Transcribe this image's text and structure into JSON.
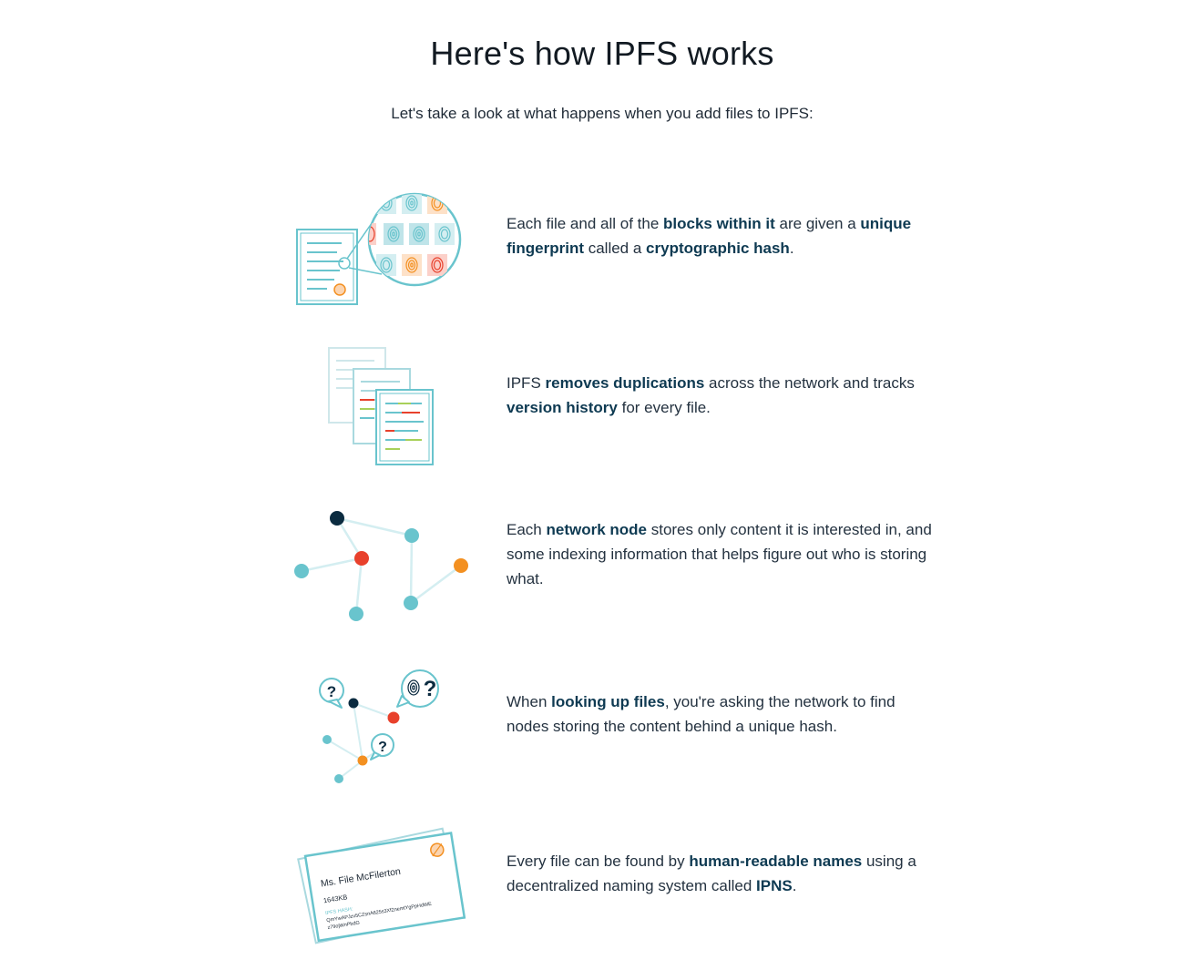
{
  "header": {
    "title": "Here's how IPFS works",
    "intro": "Let's take a look at what happens when you add files to IPFS:"
  },
  "colors": {
    "teal": "#69c4cd",
    "navy": "#0b2b40",
    "red": "#e8412c",
    "orange": "#f39021",
    "text": "#243240",
    "bold_text": "#0e3a52"
  },
  "steps": [
    {
      "illustration": "document-magnified-fingerprints-icon",
      "parts": [
        {
          "t": "Each file and all of the ",
          "b": false
        },
        {
          "t": "blocks within it",
          "b": true
        },
        {
          "t": " are given a ",
          "b": false
        },
        {
          "t": "unique fingerprint",
          "b": true
        },
        {
          "t": " called a ",
          "b": false
        },
        {
          "t": "cryptographic hash",
          "b": true
        },
        {
          "t": ".",
          "b": false
        }
      ]
    },
    {
      "illustration": "stacked-documents-icon",
      "parts": [
        {
          "t": "IPFS ",
          "b": false
        },
        {
          "t": "removes duplications",
          "b": true
        },
        {
          "t": " across the network and tracks ",
          "b": false
        },
        {
          "t": "version history",
          "b": true
        },
        {
          "t": " for every file.",
          "b": false
        }
      ]
    },
    {
      "illustration": "network-nodes-icon",
      "parts": [
        {
          "t": "Each ",
          "b": false
        },
        {
          "t": "network node",
          "b": true
        },
        {
          "t": " stores only content it is interested in, and some indexing information that helps figure out who is storing what.",
          "b": false
        }
      ]
    },
    {
      "illustration": "node-lookup-icon",
      "parts": [
        {
          "t": "When ",
          "b": false
        },
        {
          "t": "looking up files",
          "b": true
        },
        {
          "t": ", you're asking the network to find nodes storing the content behind a unique hash.",
          "b": false
        }
      ]
    },
    {
      "illustration": "file-name-card-icon",
      "parts": [
        {
          "t": "Every file can be found by ",
          "b": false
        },
        {
          "t": "human-readable names",
          "b": true
        },
        {
          "t": " using a decentralized naming system called ",
          "b": false
        },
        {
          "t": "IPNS",
          "b": true
        },
        {
          "t": ".",
          "b": false
        }
      ]
    }
  ],
  "name_card": {
    "name": "Ms. File McFilerton",
    "size": "1643KB",
    "hash_label": "IPFS HASH:",
    "hash_line_1": "QmYwAPJzv5CZsnA625s3Xf2nemtYgPpHdWE",
    "hash_line_2": "z79ojWnPbdG"
  },
  "question_mark": "?"
}
